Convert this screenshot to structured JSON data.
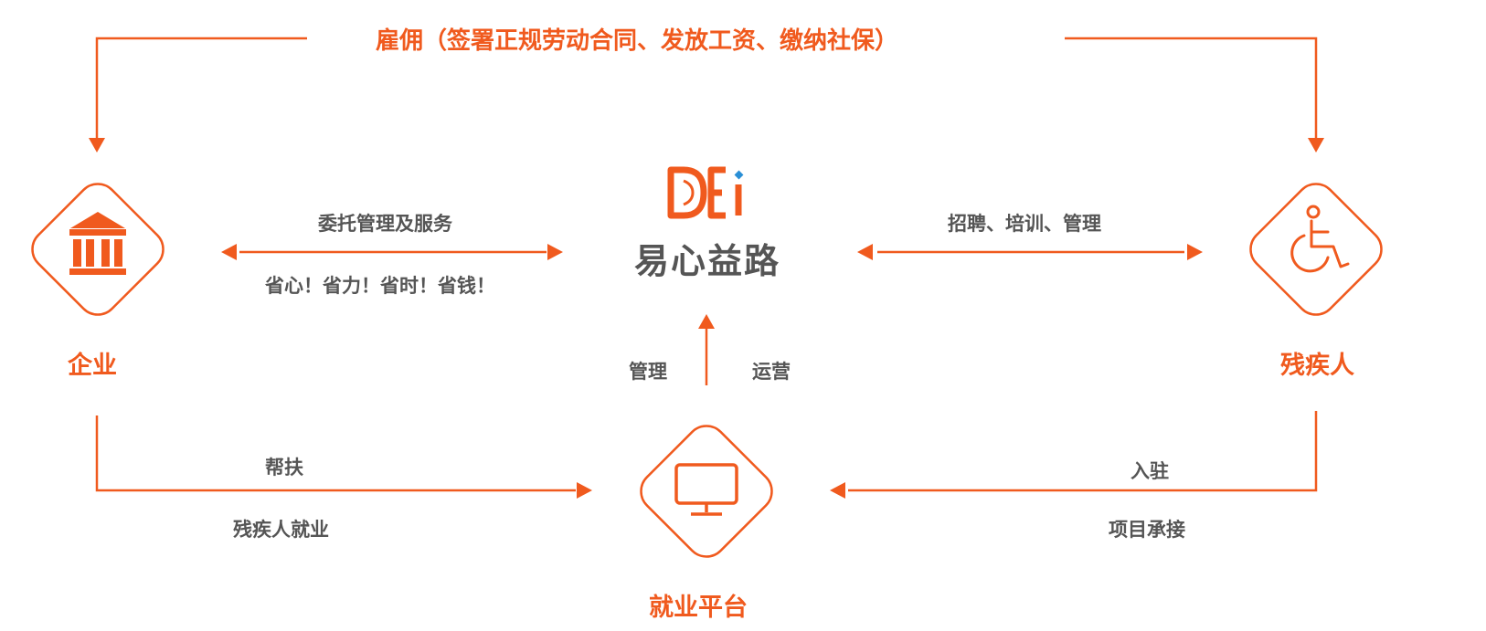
{
  "top_relation": "雇佣（签署正规劳动合同、发放工资、缴纳社保）",
  "nodes": {
    "enterprise": "企业",
    "disabled_person": "残疾人",
    "platform": "就业平台"
  },
  "brand": {
    "logo_text": "DEi",
    "name": "易心益路"
  },
  "edges": {
    "enterprise_brand_top": "委托管理及服务",
    "enterprise_brand_bottom": "省心！省力！省时！省钱！",
    "brand_disabled_top": "招聘、培训、管理",
    "platform_brand_left": "管理",
    "platform_brand_right": "运营",
    "enterprise_platform_top": "帮扶",
    "enterprise_platform_bottom": "残疾人就业",
    "disabled_platform_top": "入驻",
    "disabled_platform_bottom": "项目承接"
  },
  "colors": {
    "accent": "#f05a1e",
    "text": "#555555",
    "logo_dot": "#2a8fd6"
  },
  "icons": [
    "bank-icon",
    "wheelchair-icon",
    "monitor-icon"
  ]
}
